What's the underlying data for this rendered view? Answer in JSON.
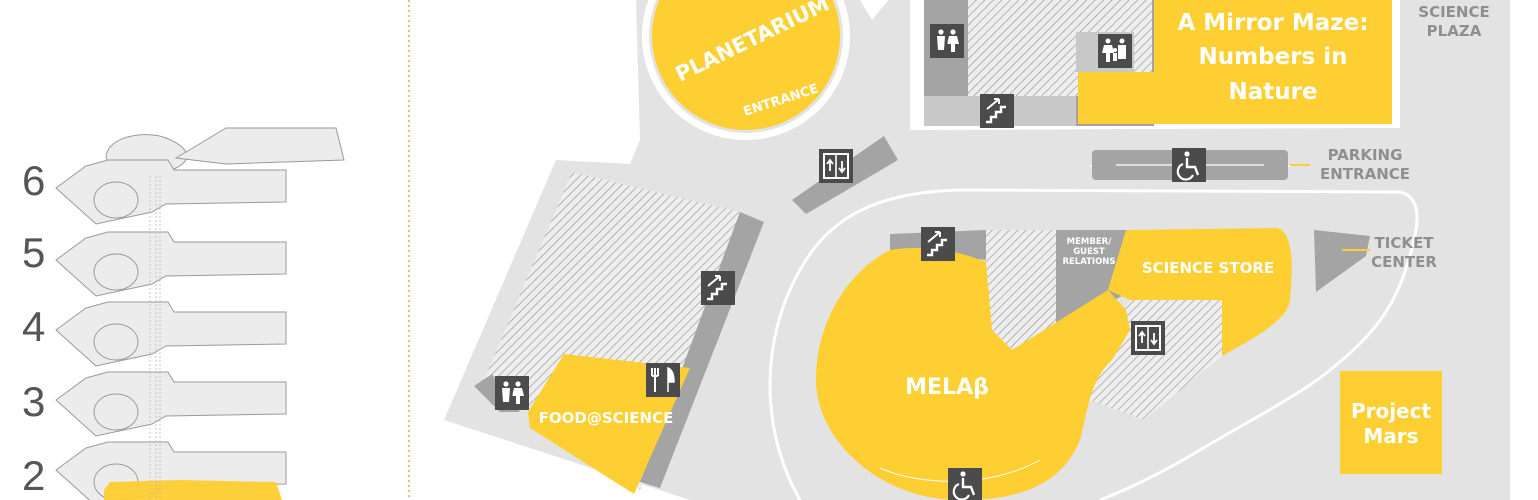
{
  "colors": {
    "floor": "#e3e3e3",
    "yellow": "#fecf32",
    "dark": "#a4a4a4",
    "icon_bg": "#4b4b4b",
    "grey_text": "#8f8f8f",
    "guide": "#f2a93b"
  },
  "floor_selector": {
    "levels": [
      "6",
      "5",
      "4",
      "3",
      "2"
    ],
    "active_level": "2"
  },
  "labels": {
    "planetarium": "PLANETARIUM",
    "entrance": "ENTRANCE",
    "mirror_maze_1": "A Mirror Maze:",
    "mirror_maze_2": "Numbers in",
    "mirror_maze_3": "Nature",
    "science_plaza_1": "SCIENCE",
    "science_plaza_2": "PLAZA",
    "parking_1": "PARKING",
    "parking_2": "ENTRANCE",
    "ticket_1": "TICKET",
    "ticket_2": "CENTER",
    "member_1": "MEMBER/",
    "member_2": "GUEST",
    "member_3": "RELATIONS",
    "science_store": "SCIENCE STORE",
    "melab": "MELAβ",
    "food": "FOOD@SCIENCE",
    "project_mars_1": "Project",
    "project_mars_2": "Mars"
  },
  "icons": [
    "restroom-icon",
    "family-restroom-icon",
    "stairs-icon",
    "elevator-icon",
    "accessible-icon",
    "dining-icon"
  ]
}
